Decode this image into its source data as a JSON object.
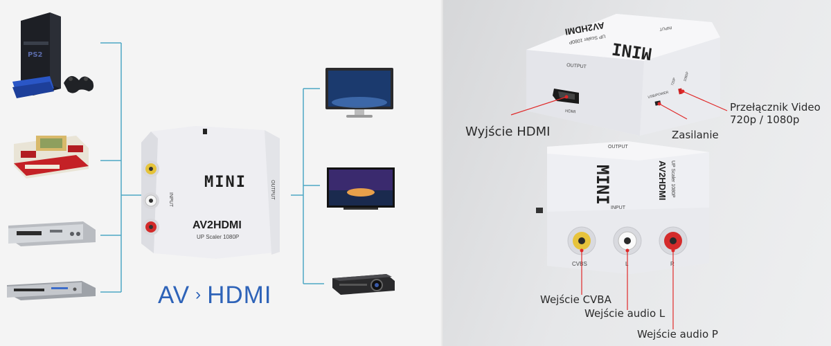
{
  "left_panel": {
    "title_left": "AV",
    "title_separator": "›",
    "title_right": "HDMI",
    "device": {
      "brand": "MINI",
      "model": "AV2HDMI",
      "subtitle": "UP Scaler 1080P",
      "input_label": "INPUT",
      "output_label": "OUTPUT"
    },
    "sources": [
      "ps2-console-icon",
      "game-console-icon",
      "dvd-player-icon",
      "dvd-player-slim-icon"
    ],
    "outputs": [
      "monitor-icon",
      "tv-icon",
      "projector-icon"
    ]
  },
  "right_panel": {
    "top_device": {
      "brand": "MINI",
      "model": "AV2HDMI",
      "subtitle": "UP Scaler 1080P",
      "output_label": "OUTPUT",
      "hdmi_label": "HDMI",
      "usb_label": "USB/POWER",
      "switch_720": "720P",
      "switch_1080": "1080P",
      "corner_label": "INPUT"
    },
    "bottom_device": {
      "brand": "MINI",
      "model": "AV2HDMI",
      "subtitle": "UP Scaler 1080P",
      "output_label": "OUTPUT",
      "input_label": "INPUT",
      "port_cvbs": "CVBS",
      "port_l": "L",
      "port_r": "R"
    },
    "callouts": {
      "hdmi_out": "Wyjście HDMI",
      "power": "Zasilanie",
      "switch_line1": "Przełącznik Video",
      "switch_line2": "720p / 1080p",
      "cvba": "Wejście CVBA",
      "audio_l": "Wejście audio L",
      "audio_p": "Wejście audio P"
    }
  },
  "colors": {
    "accent_blue": "#2e63b8",
    "connector_line": "#4da6c4",
    "callout_red": "#e02828",
    "device_white": "#f3f3f6"
  }
}
